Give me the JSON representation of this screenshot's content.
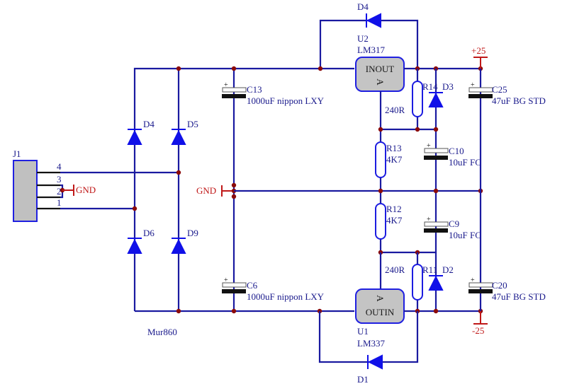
{
  "schematic": {
    "title": "Dual rail regulated power supply",
    "connector": {
      "ref": "J1",
      "pins": [
        "4",
        "3",
        "2",
        "1"
      ],
      "gnd_label": "GND"
    },
    "bridge": {
      "diodes": [
        "D4",
        "D5",
        "D6",
        "D9"
      ],
      "part": "Mur860"
    },
    "gnd_label": "GND",
    "caps": {
      "c13": {
        "ref": "C13",
        "value": "1000uF nippon LXY"
      },
      "c6": {
        "ref": "C6",
        "value": "1000uF nippon LXY"
      },
      "c10": {
        "ref": "C10",
        "value": "10uF FC"
      },
      "c9": {
        "ref": "C9",
        "value": "10uF FC"
      },
      "c25": {
        "ref": "C25",
        "value": "47uF BG STD"
      },
      "c20": {
        "ref": "C20",
        "value": "47uF BG STD"
      }
    },
    "regulators": {
      "u2": {
        "ref": "U2",
        "part": "LM317",
        "pins": "INOUT",
        "adj": "A"
      },
      "u1": {
        "ref": "U1",
        "part": "LM337",
        "pins": "OUTIN",
        "adj": "A"
      }
    },
    "resistors": {
      "r14": {
        "ref": "R14",
        "value": "240R"
      },
      "r13": {
        "ref": "R13",
        "value": "4K7"
      },
      "r12": {
        "ref": "R12",
        "value": "4K7"
      },
      "r11": {
        "ref": "R11",
        "value": "240R"
      }
    },
    "protection_diodes": {
      "top": "D4",
      "bottom": "D1",
      "d3": "D3",
      "d2": "D2"
    },
    "rails": {
      "positive": "+25",
      "negative": "-25"
    }
  }
}
